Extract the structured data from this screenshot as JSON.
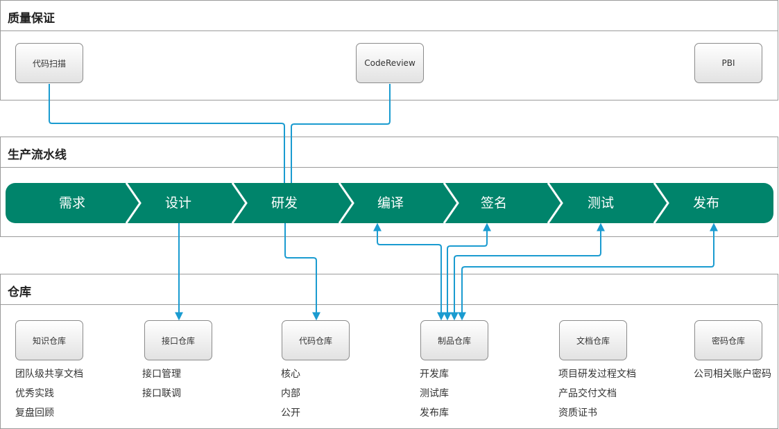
{
  "quality": {
    "title": "质量保证",
    "boxes": [
      "代码扫描",
      "CodeReview",
      "PBI"
    ]
  },
  "pipeline": {
    "title": "生产流水线",
    "steps": [
      "需求",
      "设计",
      "研发",
      "编译",
      "签名",
      "测试",
      "发布"
    ]
  },
  "repo": {
    "title": "仓库",
    "items": [
      {
        "label": "知识仓库",
        "lines": [
          "团队级共享文档",
          "优秀实践",
          "复盘回顾"
        ]
      },
      {
        "label": "接口仓库",
        "lines": [
          "接口管理",
          "接口联调"
        ]
      },
      {
        "label": "代码仓库",
        "lines": [
          "核心",
          "内部",
          "公开"
        ]
      },
      {
        "label": "制品仓库",
        "lines": [
          "开发库",
          "测试库",
          "发布库"
        ]
      },
      {
        "label": "文档仓库",
        "lines": [
          "项目研发过程文档",
          "产品交付文档",
          "资质证书"
        ]
      },
      {
        "label": "密码仓库",
        "lines": [
          "公司相关账户密码"
        ]
      }
    ]
  },
  "colors": {
    "pipeline": "#00846b",
    "connector": "#1a9bd0",
    "border": "#9a9a9a"
  }
}
